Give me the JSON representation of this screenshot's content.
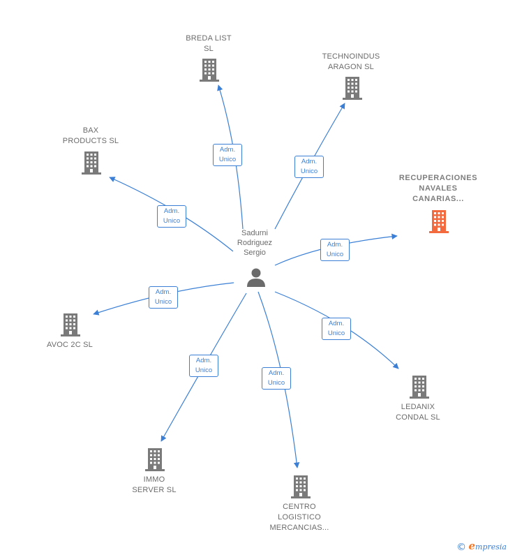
{
  "person": {
    "name_lines": [
      "Sadurni",
      "Rodriguez",
      "Sergio"
    ],
    "icon": "person-icon",
    "color": "#6b6b6b"
  },
  "relation": {
    "line1": "Adm.",
    "line2": "Unico"
  },
  "colors": {
    "edge": "#3a7fd5",
    "building": "#7a7a7a",
    "highlight": "#f26a3d"
  },
  "companies": [
    {
      "id": "breda",
      "lines": [
        "BREDA LIST",
        "SL"
      ],
      "icon": "building-icon",
      "highlight": false
    },
    {
      "id": "technoindus",
      "lines": [
        "TECHNOINDUS",
        "ARAGON  SL"
      ],
      "icon": "building-icon",
      "highlight": false
    },
    {
      "id": "bax",
      "lines": [
        "BAX",
        "PRODUCTS SL"
      ],
      "icon": "building-icon",
      "highlight": false
    },
    {
      "id": "recuperaciones",
      "lines": [
        "RECUPERACIONES",
        "NAVALES",
        "CANARIAS..."
      ],
      "icon": "building-icon",
      "highlight": true
    },
    {
      "id": "avoc",
      "lines": [
        "AVOC 2C  SL"
      ],
      "icon": "building-icon",
      "highlight": false
    },
    {
      "id": "ledanix",
      "lines": [
        "LEDANIX",
        "CONDAL  SL"
      ],
      "icon": "building-icon",
      "highlight": false
    },
    {
      "id": "immo",
      "lines": [
        "IMMO",
        "SERVER  SL"
      ],
      "icon": "building-icon",
      "highlight": false
    },
    {
      "id": "centro",
      "lines": [
        "CENTRO",
        "LOGISTICO",
        "MERCANCIAS..."
      ],
      "icon": "building-icon",
      "highlight": false
    }
  ],
  "footer": {
    "copyright_symbol": "©",
    "brand_initial": "e",
    "brand_rest": "mpresia"
  }
}
